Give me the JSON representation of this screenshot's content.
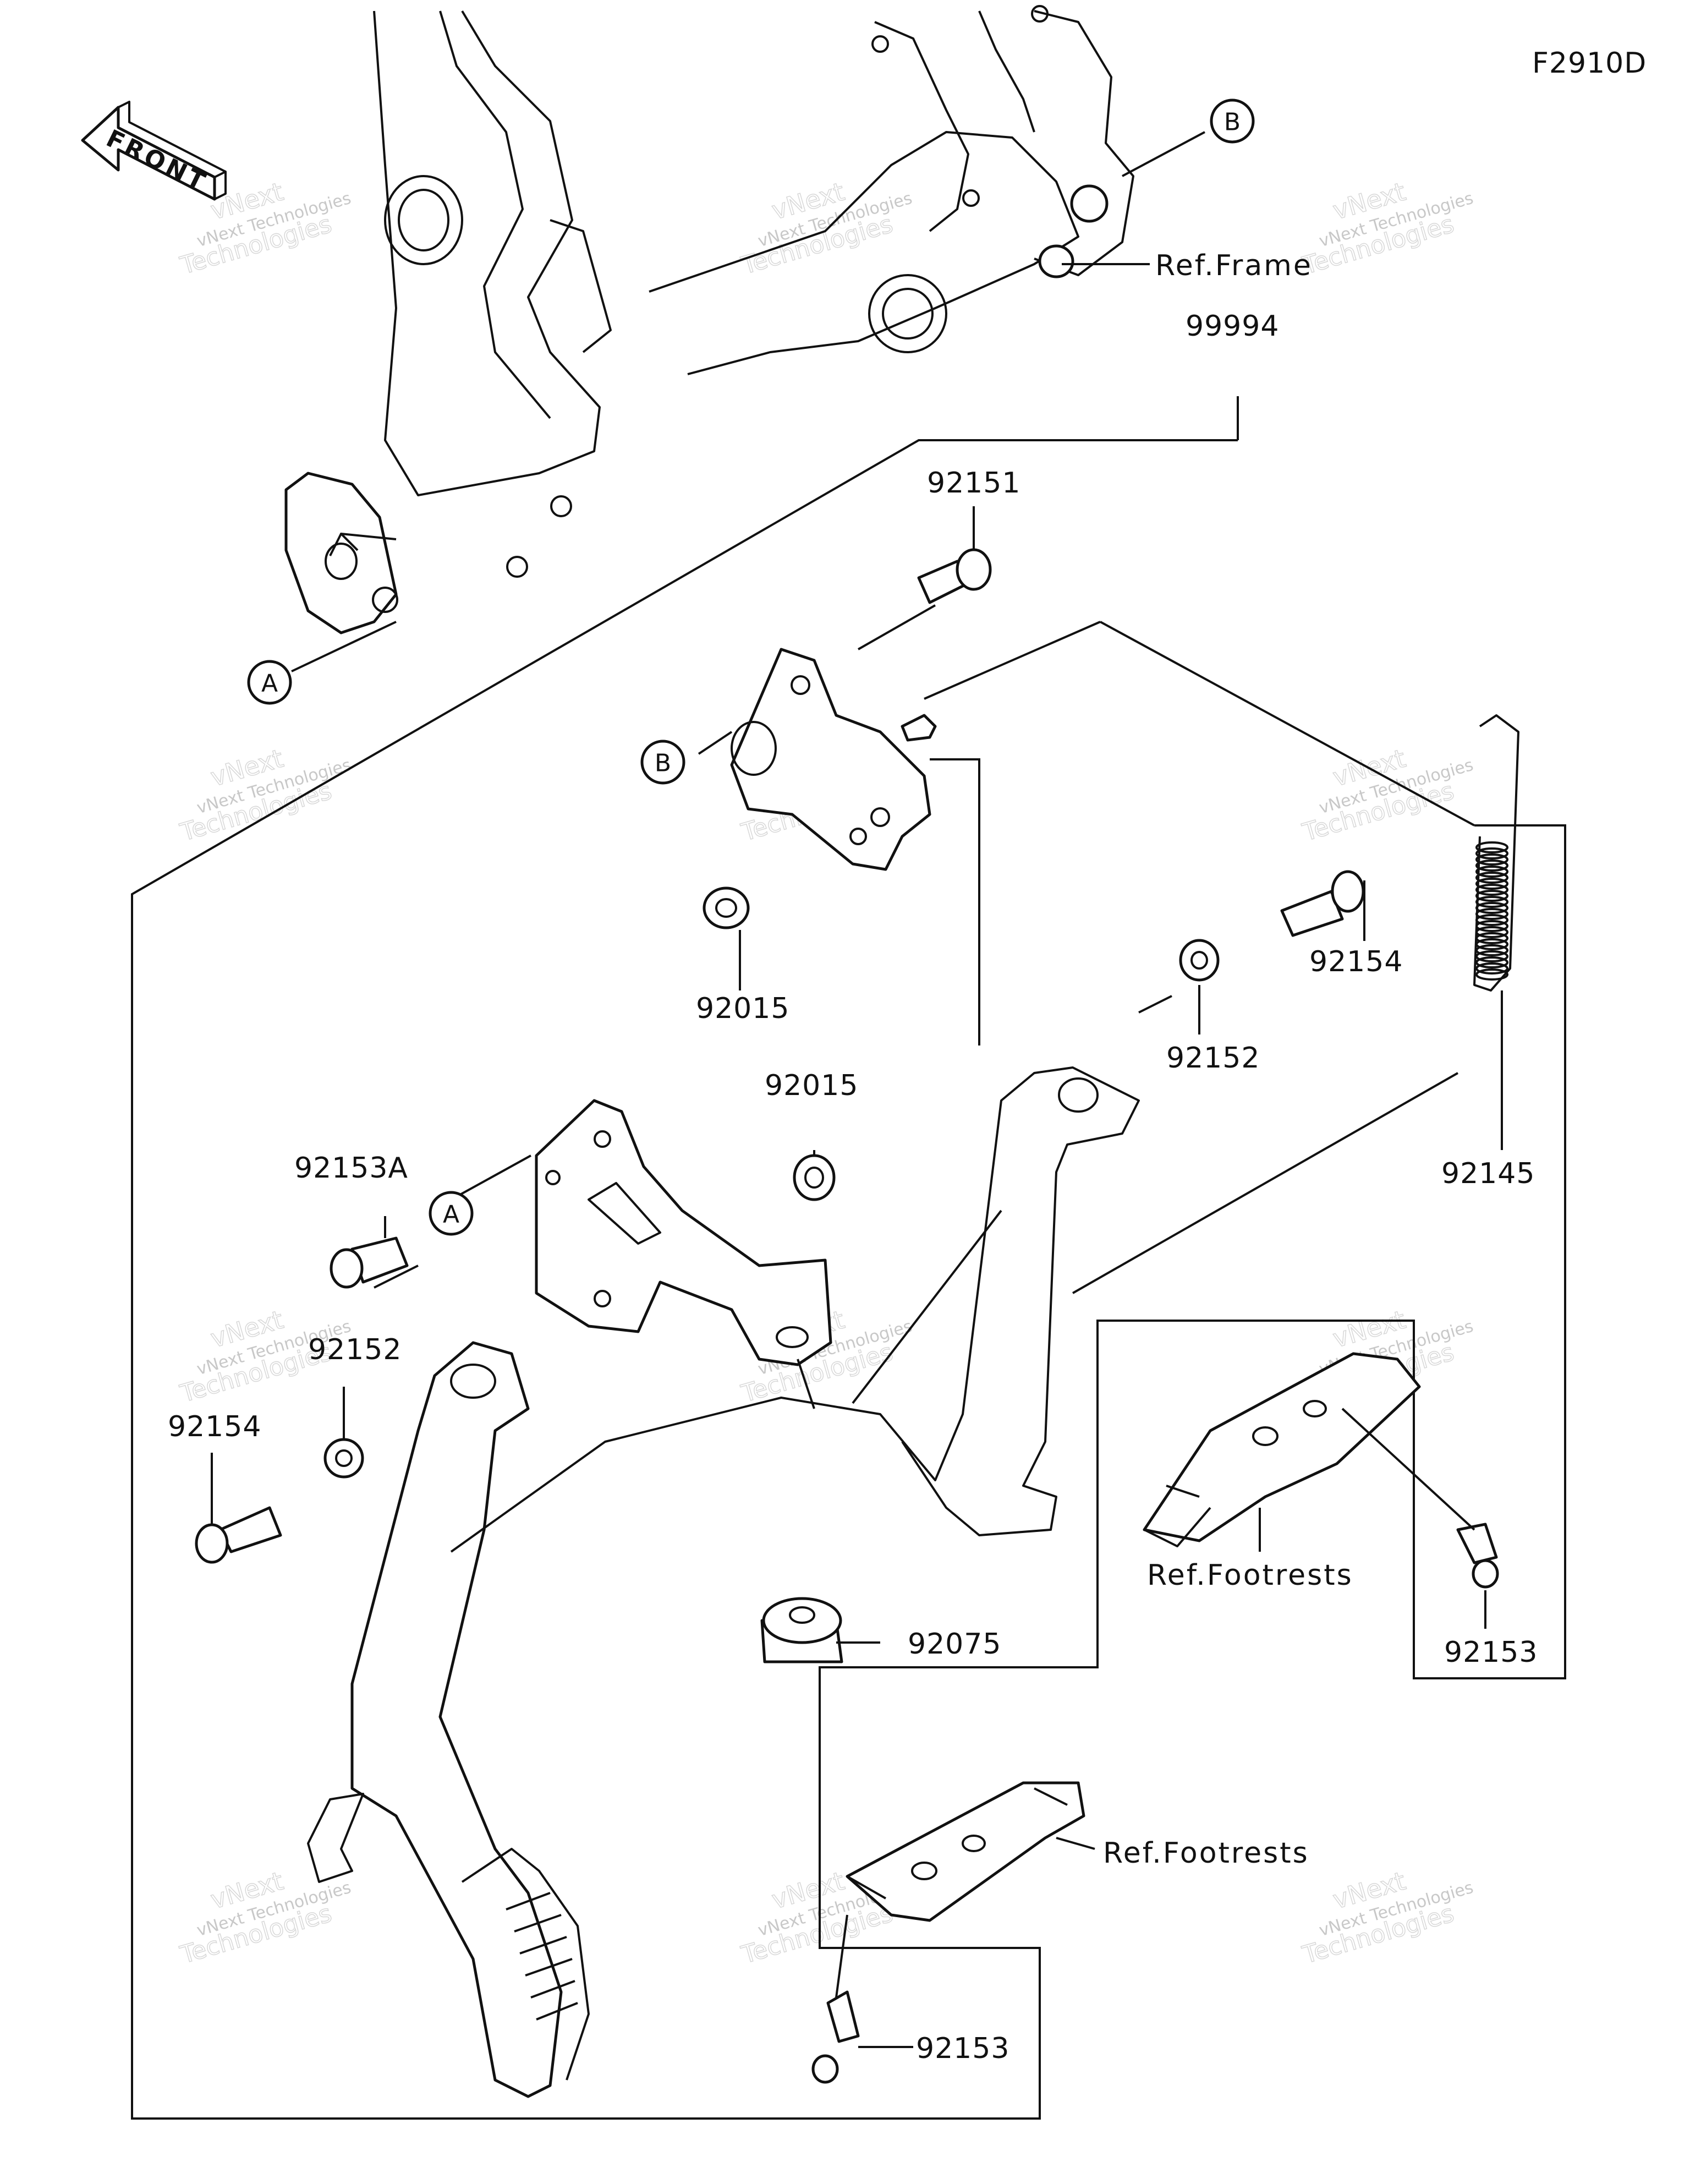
{
  "diagram_code": "F2910D",
  "front_label": "FRONT",
  "callouts": {
    "a": "A",
    "b": "B"
  },
  "part_labels": {
    "set": "99994",
    "bracket_bolt": "92151",
    "nut_upper": "92015",
    "collar_lower": "92015",
    "bolt_a": "92153A",
    "collar_left": "92152",
    "bolt_left": "92154",
    "collar_right": "92152",
    "bolt_right": "92154",
    "spring": "92145",
    "stopper": "92075",
    "footrest_bolt_right": "92153",
    "footrest_bolt_lower": "92153"
  },
  "references": {
    "frame": "Ref.Frame",
    "footrests_right": "Ref.Footrests",
    "footrests_lower": "Ref.Footrests"
  },
  "watermark": {
    "line1": "vNext",
    "line2": "vNext Technologies",
    "line3": "Technologies"
  }
}
